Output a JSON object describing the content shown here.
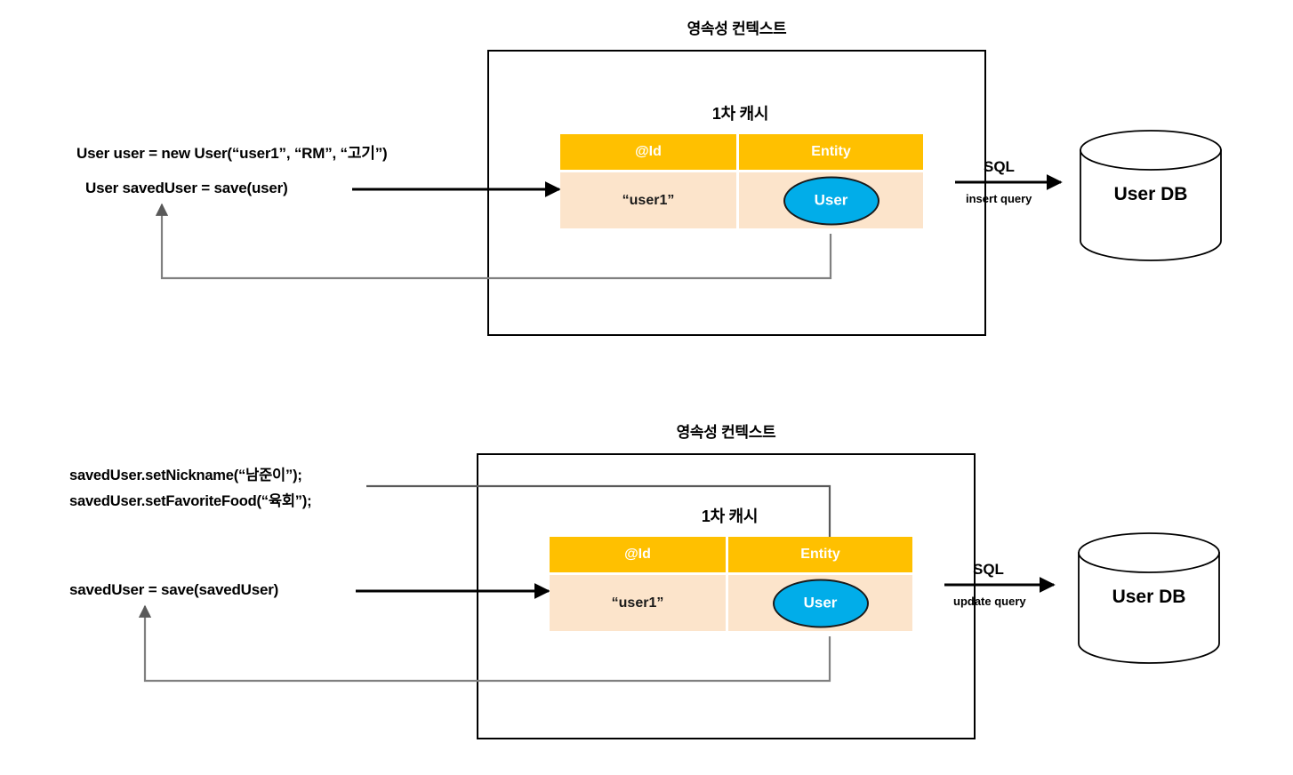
{
  "diagram": {
    "type": "jpa-persistence-context-flow",
    "colors": {
      "table_header": "#FFC000",
      "table_row": "#FCE4CB",
      "entity_fill": "#01ADE9",
      "stroke": "#000000",
      "return_line": "#808080"
    },
    "sections": [
      {
        "id": "save-insert",
        "context_title": "영속성 컨텍스트",
        "cache_title": "1차 캐시",
        "code_lines": [
          "User user = new User(“user1”, “RM”, “고기”)",
          "User savedUser =  save(user)"
        ],
        "table": {
          "headers": [
            "@Id",
            "Entity"
          ],
          "rows": [
            {
              "id": "“user1”",
              "entity": "User"
            }
          ]
        },
        "sql_label": "SQL",
        "query_label": "insert query",
        "database_label": "User DB"
      },
      {
        "id": "dirty-checking-update",
        "context_title": "영속성 컨텍스트",
        "cache_title": "1차 캐시",
        "code_lines": [
          "savedUser.setNickname(“남준이”);",
          "savedUser.setFavoriteFood(“육회”);",
          "savedUser =  save(savedUser)"
        ],
        "table": {
          "headers": [
            "@Id",
            "Entity"
          ],
          "rows": [
            {
              "id": "“user1”",
              "entity": "User"
            }
          ]
        },
        "sql_label": "SQL",
        "query_label": "update query",
        "database_label": "User DB"
      }
    ]
  }
}
